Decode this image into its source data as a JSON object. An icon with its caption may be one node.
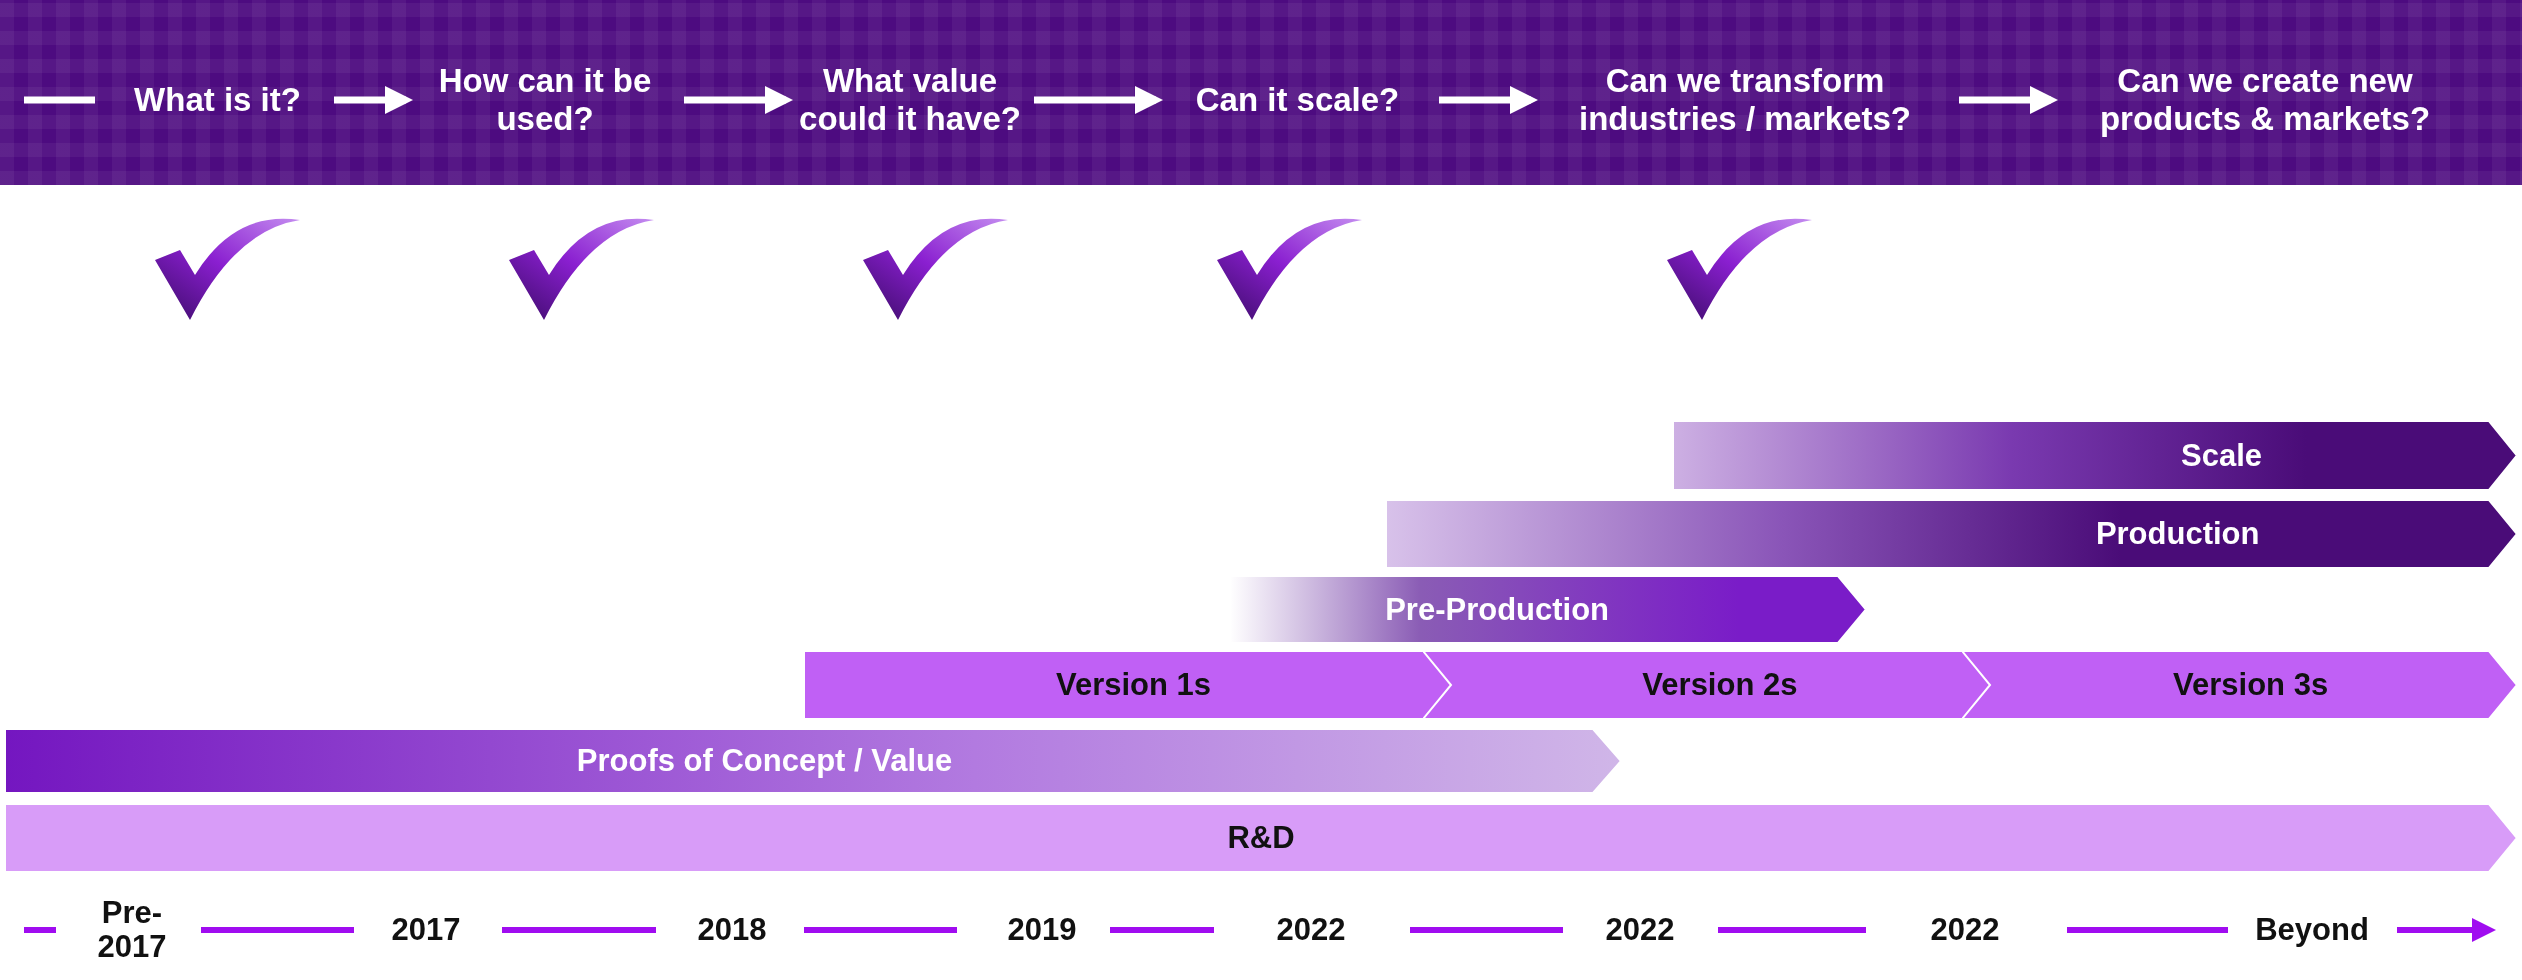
{
  "diagram": {
    "nodes": [
      {
        "text": [
          "What is it?"
        ]
      },
      {
        "text": [
          "How can it be used?"
        ]
      },
      {
        "text": [
          "What value could it have?"
        ]
      },
      {
        "text": [
          "Can it scale?"
        ]
      },
      {
        "text": [
          "Can we transform industries / markets?"
        ]
      },
      {
        "text": [
          "Can we create new products & markets?"
        ]
      },
      {
        "text": [
          "Scale"
        ]
      },
      {
        "text": [
          "Production"
        ]
      },
      {
        "text": [
          "Pre-Production"
        ]
      },
      {
        "text": [
          "Version 1s"
        ]
      },
      {
        "text": [
          "Version 2s"
        ]
      },
      {
        "text": [
          "Version 3s"
        ]
      },
      {
        "text": [
          "Proofs of Concept / Value"
        ]
      },
      {
        "text": [
          "R&D"
        ]
      }
    ],
    "edges": [
      {
        "from": 0,
        "to": 1,
        "arrow": "to"
      },
      {
        "from": 1,
        "to": 2,
        "arrow": "to"
      },
      {
        "from": 2,
        "to": 3,
        "arrow": "to"
      },
      {
        "from": 3,
        "to": 4,
        "arrow": "to"
      },
      {
        "from": 4,
        "to": 5,
        "arrow": "to"
      }
    ],
    "labels": [
      "Pre-2017",
      "2017",
      "2018",
      "2019",
      "2022",
      "2022",
      "2022",
      "Beyond"
    ]
  }
}
